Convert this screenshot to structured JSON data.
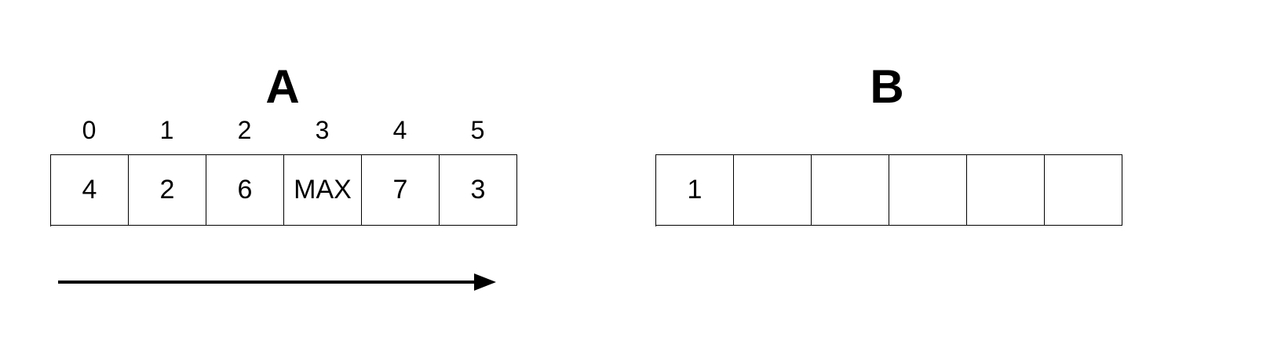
{
  "array_a": {
    "title": "A",
    "indices": [
      "0",
      "1",
      "2",
      "3",
      "4",
      "5"
    ],
    "values": [
      "4",
      "2",
      "6",
      "MAX",
      "7",
      "3"
    ]
  },
  "array_b": {
    "title": "B",
    "values": [
      "1",
      "",
      "",
      "",
      "",
      ""
    ]
  }
}
